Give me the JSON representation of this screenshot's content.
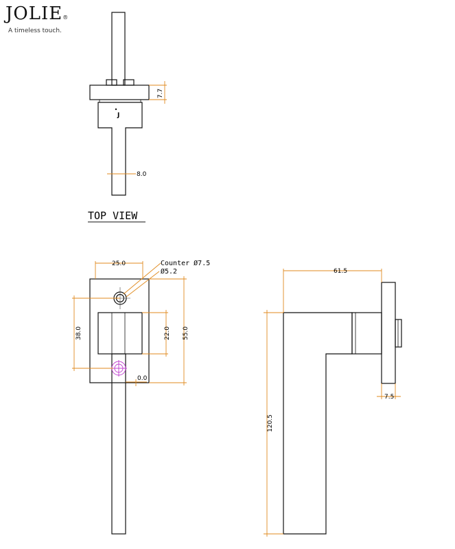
{
  "brand": {
    "name": "JOLIE",
    "registered_mark": "®",
    "tagline": "A timeless touch."
  },
  "top_view": {
    "title": "TOP VIEW",
    "dim_rose_thickness": "7.7",
    "dim_lever_width": "8.0",
    "emblem_glyph": "J"
  },
  "front_view": {
    "dim_rose_width": "25.0",
    "note_counter": "Counter Ø7.5",
    "note_hole": "Ø5.2",
    "dim_hole_spacing": "38.0",
    "dim_inner_height": "22.0",
    "dim_rose_height": "55.0",
    "dim_offset": "0.0"
  },
  "side_view": {
    "dim_projection": "61.5",
    "dim_length": "120.5",
    "dim_spindle": "7.5"
  },
  "colors": {
    "outline": "#111111",
    "dimension_line": "#e08a1e",
    "spindle_marker": "#c040d0"
  }
}
